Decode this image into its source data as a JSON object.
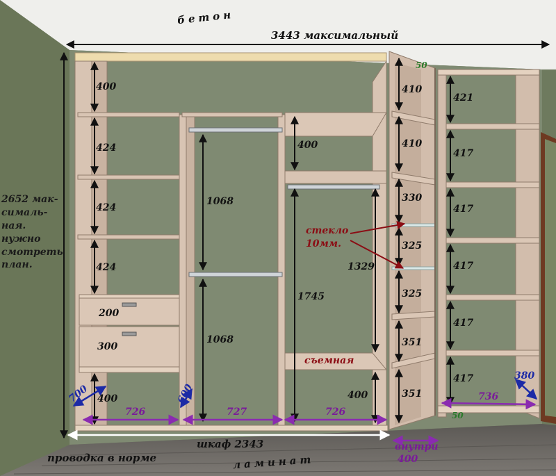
{
  "labels": {
    "ceiling": "бетон",
    "floor": "ламинат",
    "total_width": "3443 максимальный",
    "height_note": "2652 мак-\nсималь-\nная.\nнужно\nсмотреть\nплан.",
    "wiring_note": "проводка в норме",
    "cabinet_width": "шкаф 2343",
    "inner_depth_line1": "внутри",
    "inner_depth_line2": "400",
    "glass_note": "стекло\n10мм.",
    "removable": "съемная",
    "depth_left": "700",
    "depth_partition": "600",
    "depth_right": "380",
    "gap_top": "50",
    "gap_bottom": "50"
  },
  "column_widths": [
    "726",
    "727",
    "726",
    "736"
  ],
  "left_column_dims": [
    "400",
    "424",
    "424",
    "424",
    "200",
    "300",
    "400"
  ],
  "column2_dims": [
    "1068",
    "1068"
  ],
  "column3_dims": [
    "400",
    "1745",
    "1329",
    "400"
  ],
  "corner_dims": [
    "410",
    "410",
    "330",
    "325",
    "325",
    "351",
    "351"
  ],
  "right_column_dims": [
    "421",
    "417",
    "417",
    "417",
    "417",
    "417"
  ],
  "colors": {
    "wall": "#6e7a5e",
    "back_wall": "#7f8a72",
    "ceiling": "#f1f1ee",
    "floor": "#6d6a66",
    "panel": "#d8c4b3",
    "panel_edge": "#8f7b6b",
    "top_board": "#eedcae",
    "purple": "#8a2bb0",
    "dark_red": "#8b0d14",
    "blue": "#1c2aa6",
    "door_frame": "#8a3a22"
  }
}
